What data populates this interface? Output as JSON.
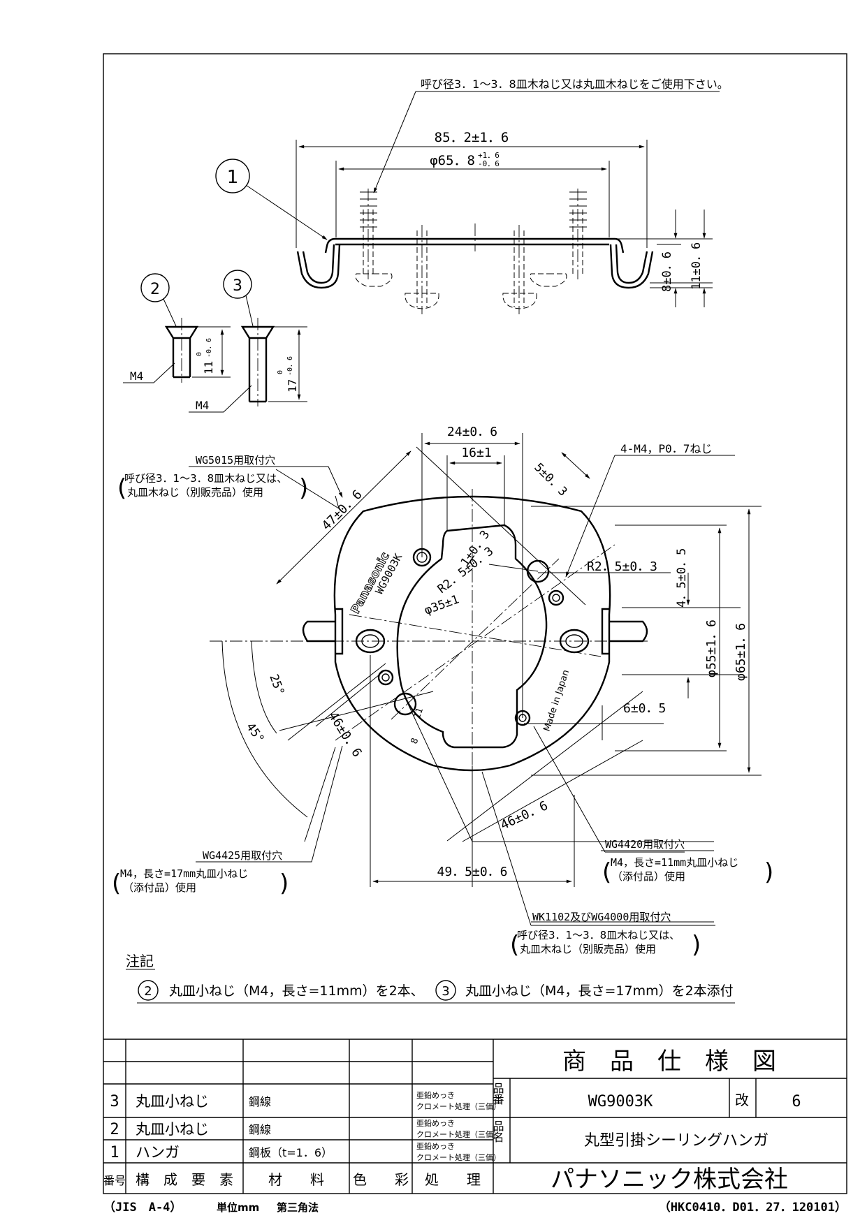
{
  "drawing": {
    "top_view": {
      "part_no": "1",
      "screw_note": "呼び径3．1～3．8皿木ねじ又は丸皿木ねじをご使用下さい。",
      "dim_width": "85．2±1．6",
      "dim_dia": "φ65．8",
      "dim_dia_tol_upper": "+1．6",
      "dim_dia_tol_lower": "-0．6",
      "dim_height_a": "8±0．6",
      "dim_height_b": "11±0．6"
    },
    "screws": {
      "items": [
        {
          "no": "2",
          "thread": "M4",
          "length": "11",
          "length_tol_upper": "0",
          "length_tol_lower": "-0．6"
        },
        {
          "no": "3",
          "thread": "M4",
          "length": "17",
          "length_tol_upper": "0",
          "length_tol_lower": "-0．6"
        }
      ]
    },
    "plan_view": {
      "dims": {
        "d24": "24±0．6",
        "d16": "16±1",
        "d5": "5±0．3",
        "d47": "47±0．6",
        "d1": "1±0．3",
        "r25a": "R2．5±0．3",
        "r25b": "R2．5±0．3",
        "d35": "φ35±1",
        "d45": "4．5±0．5",
        "d55": "φ55±1．6",
        "d65": "φ65±1．6",
        "ang25": "25°",
        "ang45": "45°",
        "d46a": "46±0．6",
        "d46b": "46±0．6",
        "d6": "6±0．5",
        "d495": "49．5±0．6",
        "d11": "11",
        "d8": "8"
      },
      "labels": {
        "brand": "Panasonic",
        "model": "WG9003K",
        "origin": "Made in Japan"
      },
      "callouts": {
        "tap": "4-M4，P0．7ねじ",
        "wg5015_title": "WG5015用取付穴",
        "wg5015_line1": "呼び径3．1～3．8皿木ねじ又は、",
        "wg5015_line2": "丸皿木ねじ（別販売品）使用",
        "wg4425_title": "WG4425用取付穴",
        "wg4425_line1": "M4，長さ=17mm丸皿小ねじ",
        "wg4425_line2": "（添付品）使用",
        "wg4420_title": "WG4420用取付穴",
        "wg4420_line1": "M4，長さ=11mm丸皿小ねじ",
        "wg4420_line2": "（添付品）使用",
        "wk1102_title": "WK1102及びWG4000用取付穴",
        "wk1102_line1": "呼び径3．1～3．8皿木ねじ又は、",
        "wk1102_line2": "丸皿木ねじ（別販売品）使用"
      }
    }
  },
  "notes": {
    "heading": "注記",
    "item2_no": "2",
    "item2_text": "丸皿小ねじ（M4，長さ=11mm）を2本、",
    "item3_no": "3",
    "item3_text": "丸皿小ねじ（M4，長さ=17mm）を2本添付"
  },
  "title_block": {
    "doc_title": "商　品　仕　様　図",
    "part_no_label": "品番",
    "part_no": "WG9003K",
    "rev_label": "改",
    "rev": "6",
    "name_label": "品名",
    "name": "丸型引掛シーリングハンガ",
    "company": "パナソニック株式会社"
  },
  "parts_table": {
    "headers": {
      "no": "番号",
      "component": "構　成　要　素",
      "material": "材　　料",
      "color": "色　　彩",
      "treatment": "処　　理"
    },
    "rows": [
      {
        "no": "3",
        "component": "丸皿小ねじ",
        "material": "鋼線",
        "treatment_1": "亜鉛めっき",
        "treatment_2": "クロメート処理（三価）"
      },
      {
        "no": "2",
        "component": "丸皿小ねじ",
        "material": "鋼線",
        "treatment_1": "亜鉛めっき",
        "treatment_2": "クロメート処理（三価）"
      },
      {
        "no": "1",
        "component": "ハンガ",
        "material": "鋼板（t=1．6）",
        "treatment_1": "亜鉛めっき",
        "treatment_2": "クロメート処理（三価）"
      }
    ]
  },
  "footer": {
    "standard": "（JIS　A-4）",
    "unit": "単位mm",
    "projection": "第三角法",
    "doc_code": "（HKC0410．D01．27．120101）"
  }
}
